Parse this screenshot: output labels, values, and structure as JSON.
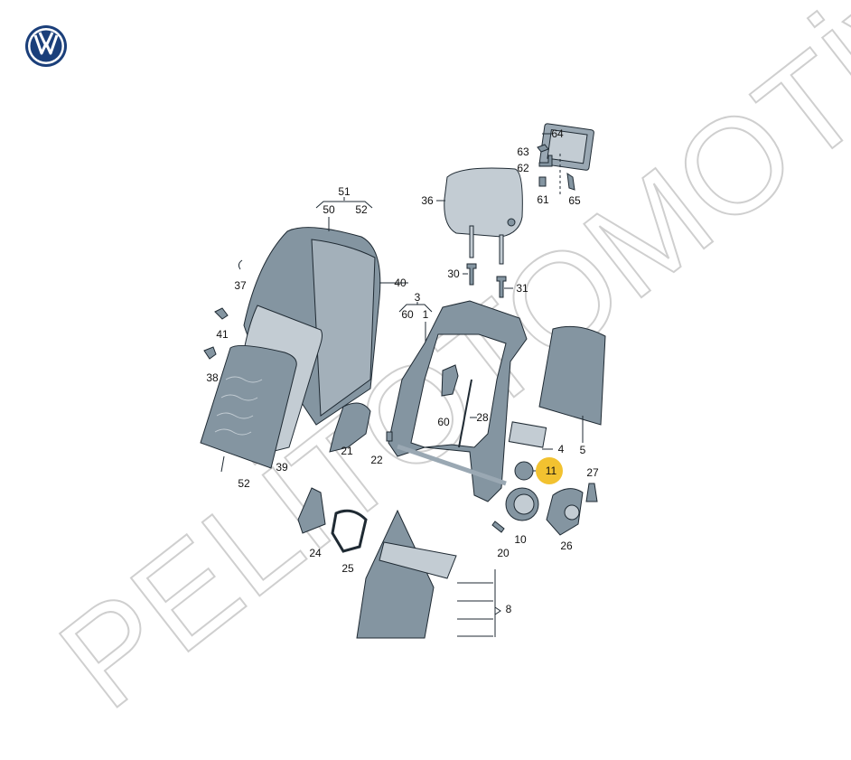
{
  "brand": {
    "logo": "VW",
    "watermark": "PELİTOTOMOTİV"
  },
  "colors": {
    "part_fill": "#8495a1",
    "part_light": "#c3ccd3",
    "outline": "#1f2a33",
    "highlight": "#f2c230",
    "logo_blue": "#1b3f7a"
  },
  "highlighted_part": "11",
  "labels": [
    {
      "text": "64"
    },
    {
      "text": "63"
    },
    {
      "text": "62"
    },
    {
      "text": "61"
    },
    {
      "text": "65"
    },
    {
      "text": "36"
    },
    {
      "text": "51"
    },
    {
      "text": "50"
    },
    {
      "text": "52"
    },
    {
      "text": "37"
    },
    {
      "text": "40"
    },
    {
      "text": "41"
    },
    {
      "text": "38"
    },
    {
      "text": "30"
    },
    {
      "text": "31"
    },
    {
      "text": "3"
    },
    {
      "text": "60"
    },
    {
      "text": "1"
    },
    {
      "text": "60"
    },
    {
      "text": "28"
    },
    {
      "text": "4"
    },
    {
      "text": "5"
    },
    {
      "text": "21"
    },
    {
      "text": "22"
    },
    {
      "text": "39"
    },
    {
      "text": "52"
    },
    {
      "text": "11"
    },
    {
      "text": "27"
    },
    {
      "text": "10"
    },
    {
      "text": "26"
    },
    {
      "text": "20"
    },
    {
      "text": "24"
    },
    {
      "text": "25"
    },
    {
      "text": "8"
    }
  ]
}
